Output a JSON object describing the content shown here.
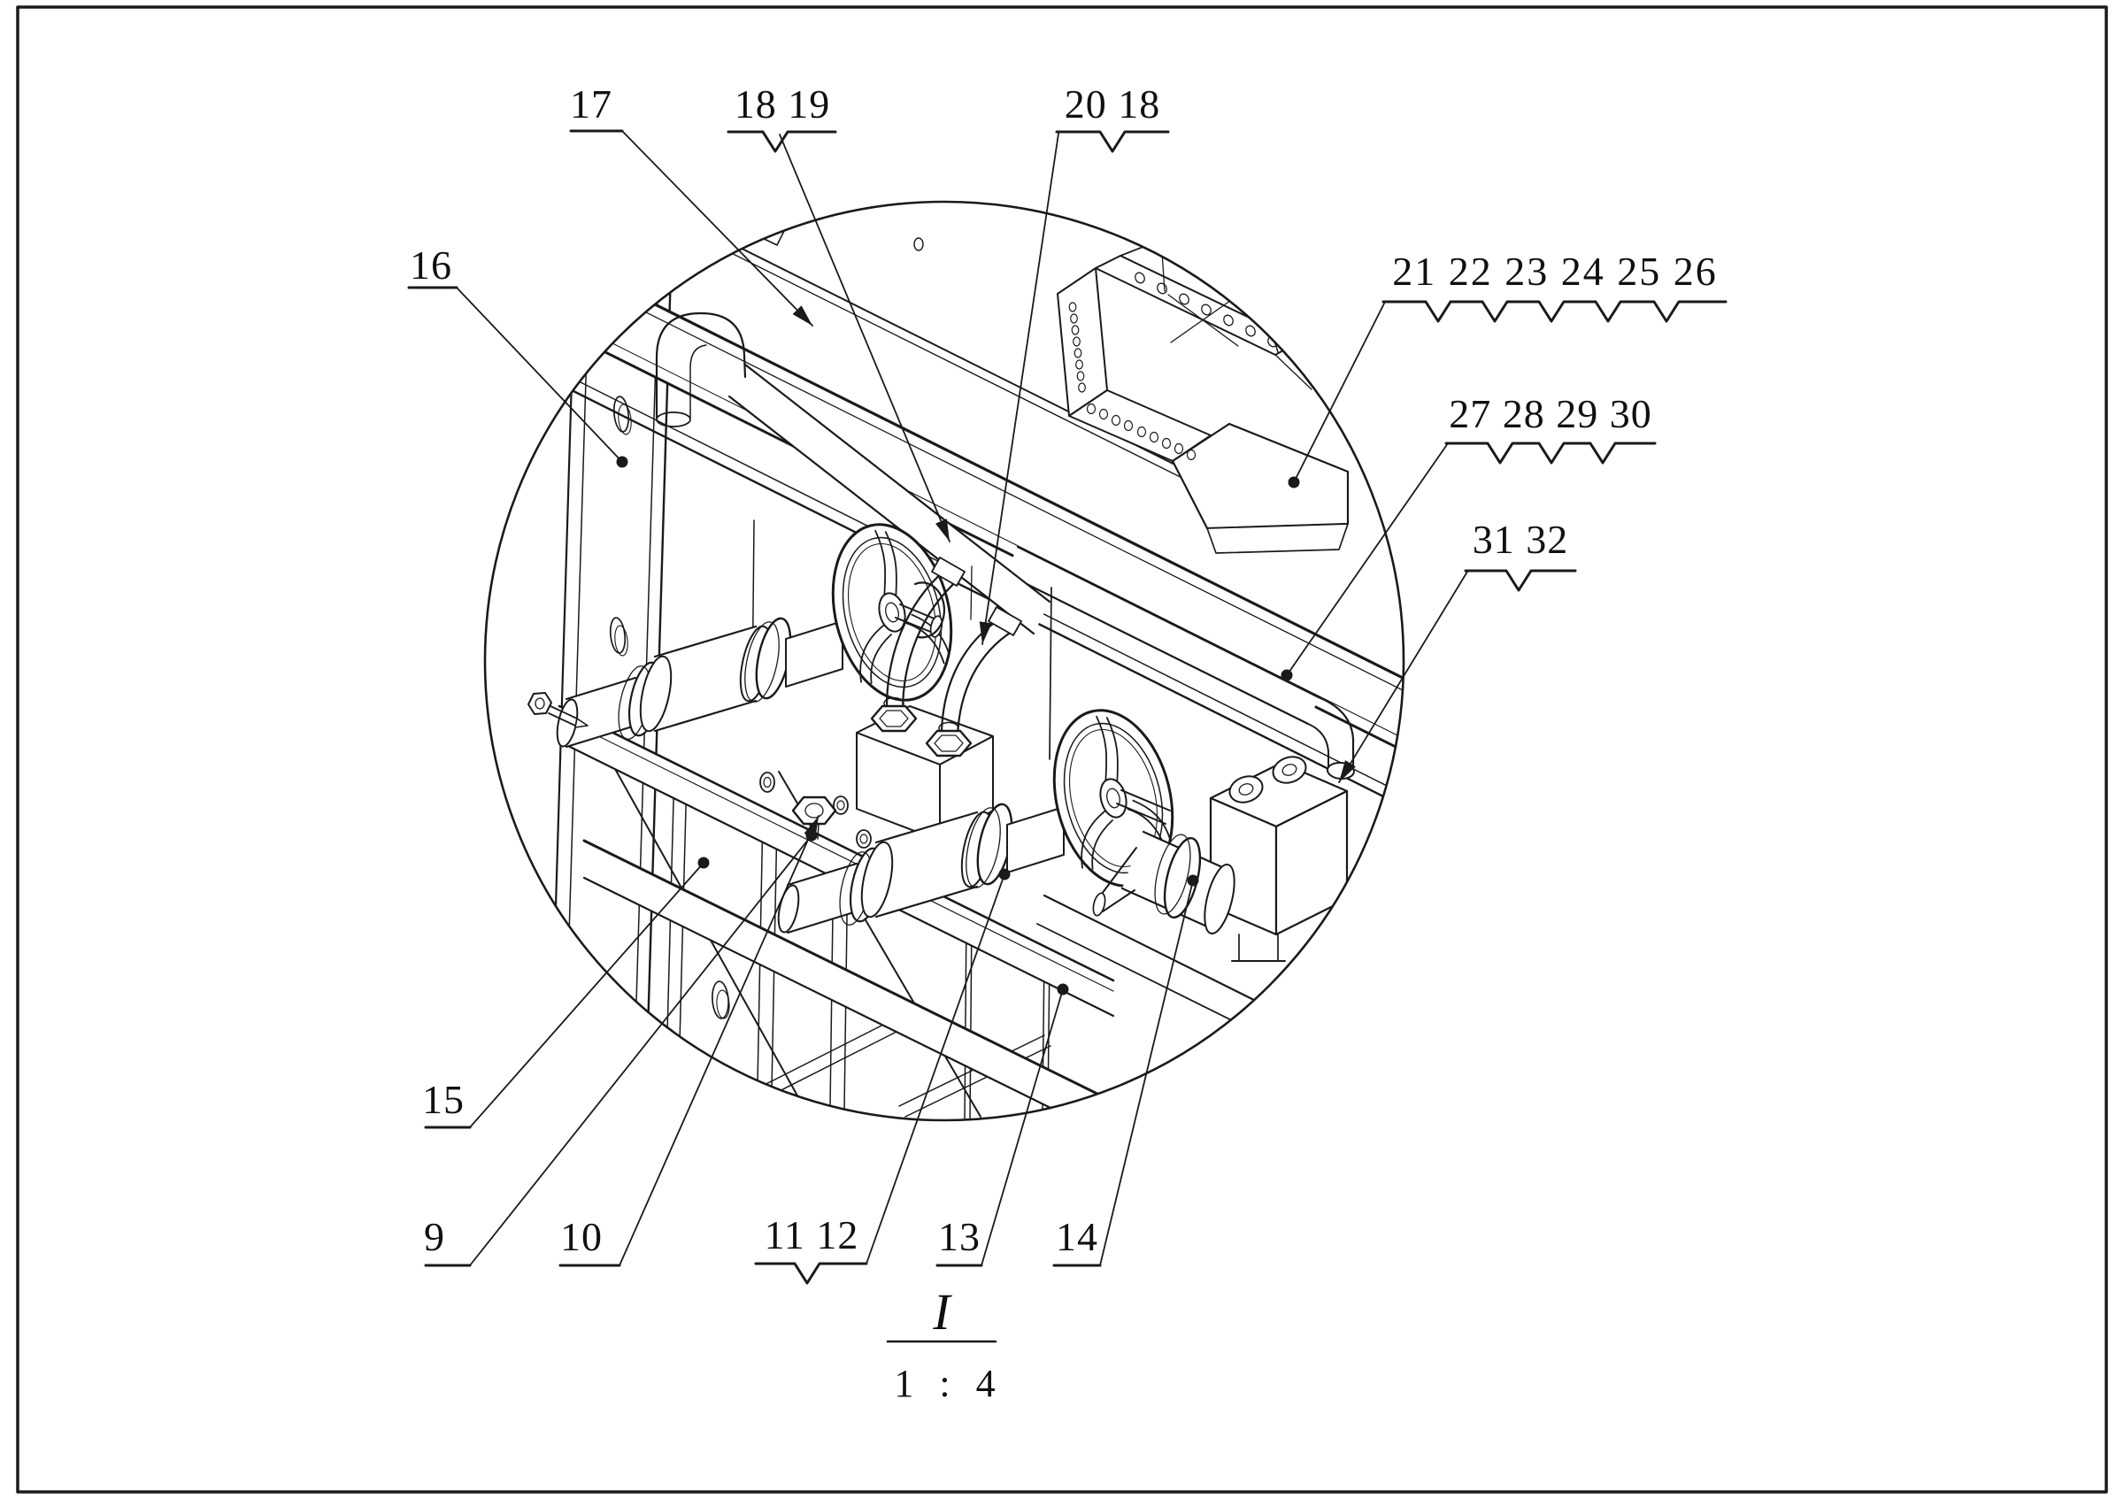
{
  "figure": {
    "type": "patent-detail-drawing",
    "description": "Circular enlarged detail view I of a machine frame with two handwheel valves, piping, fittings and perforated block, with numbered part callouts",
    "labels": {
      "n9": "9",
      "n10": "10",
      "n11_12": "11 12",
      "n13": "13",
      "n14": "14",
      "n15": "15",
      "n16": "16",
      "n17": "17",
      "n18_19": "18 19",
      "n20_18": "20 18",
      "n21_26": "21 22 23 24 25 26",
      "n27_30": "27 28 29 30",
      "n31_32": "31 32"
    },
    "part_numbers_visible": [
      "9",
      "10",
      "11",
      "12",
      "13",
      "14",
      "15",
      "16",
      "17",
      "18",
      "19",
      "20",
      "21",
      "22",
      "23",
      "24",
      "25",
      "26",
      "27",
      "28",
      "29",
      "30",
      "31",
      "32"
    ],
    "scale_note": {
      "view_id": "I",
      "ratio": "1 : 4"
    },
    "colors": {
      "ink": "#1a1a1a",
      "paper": "#ffffff"
    }
  }
}
